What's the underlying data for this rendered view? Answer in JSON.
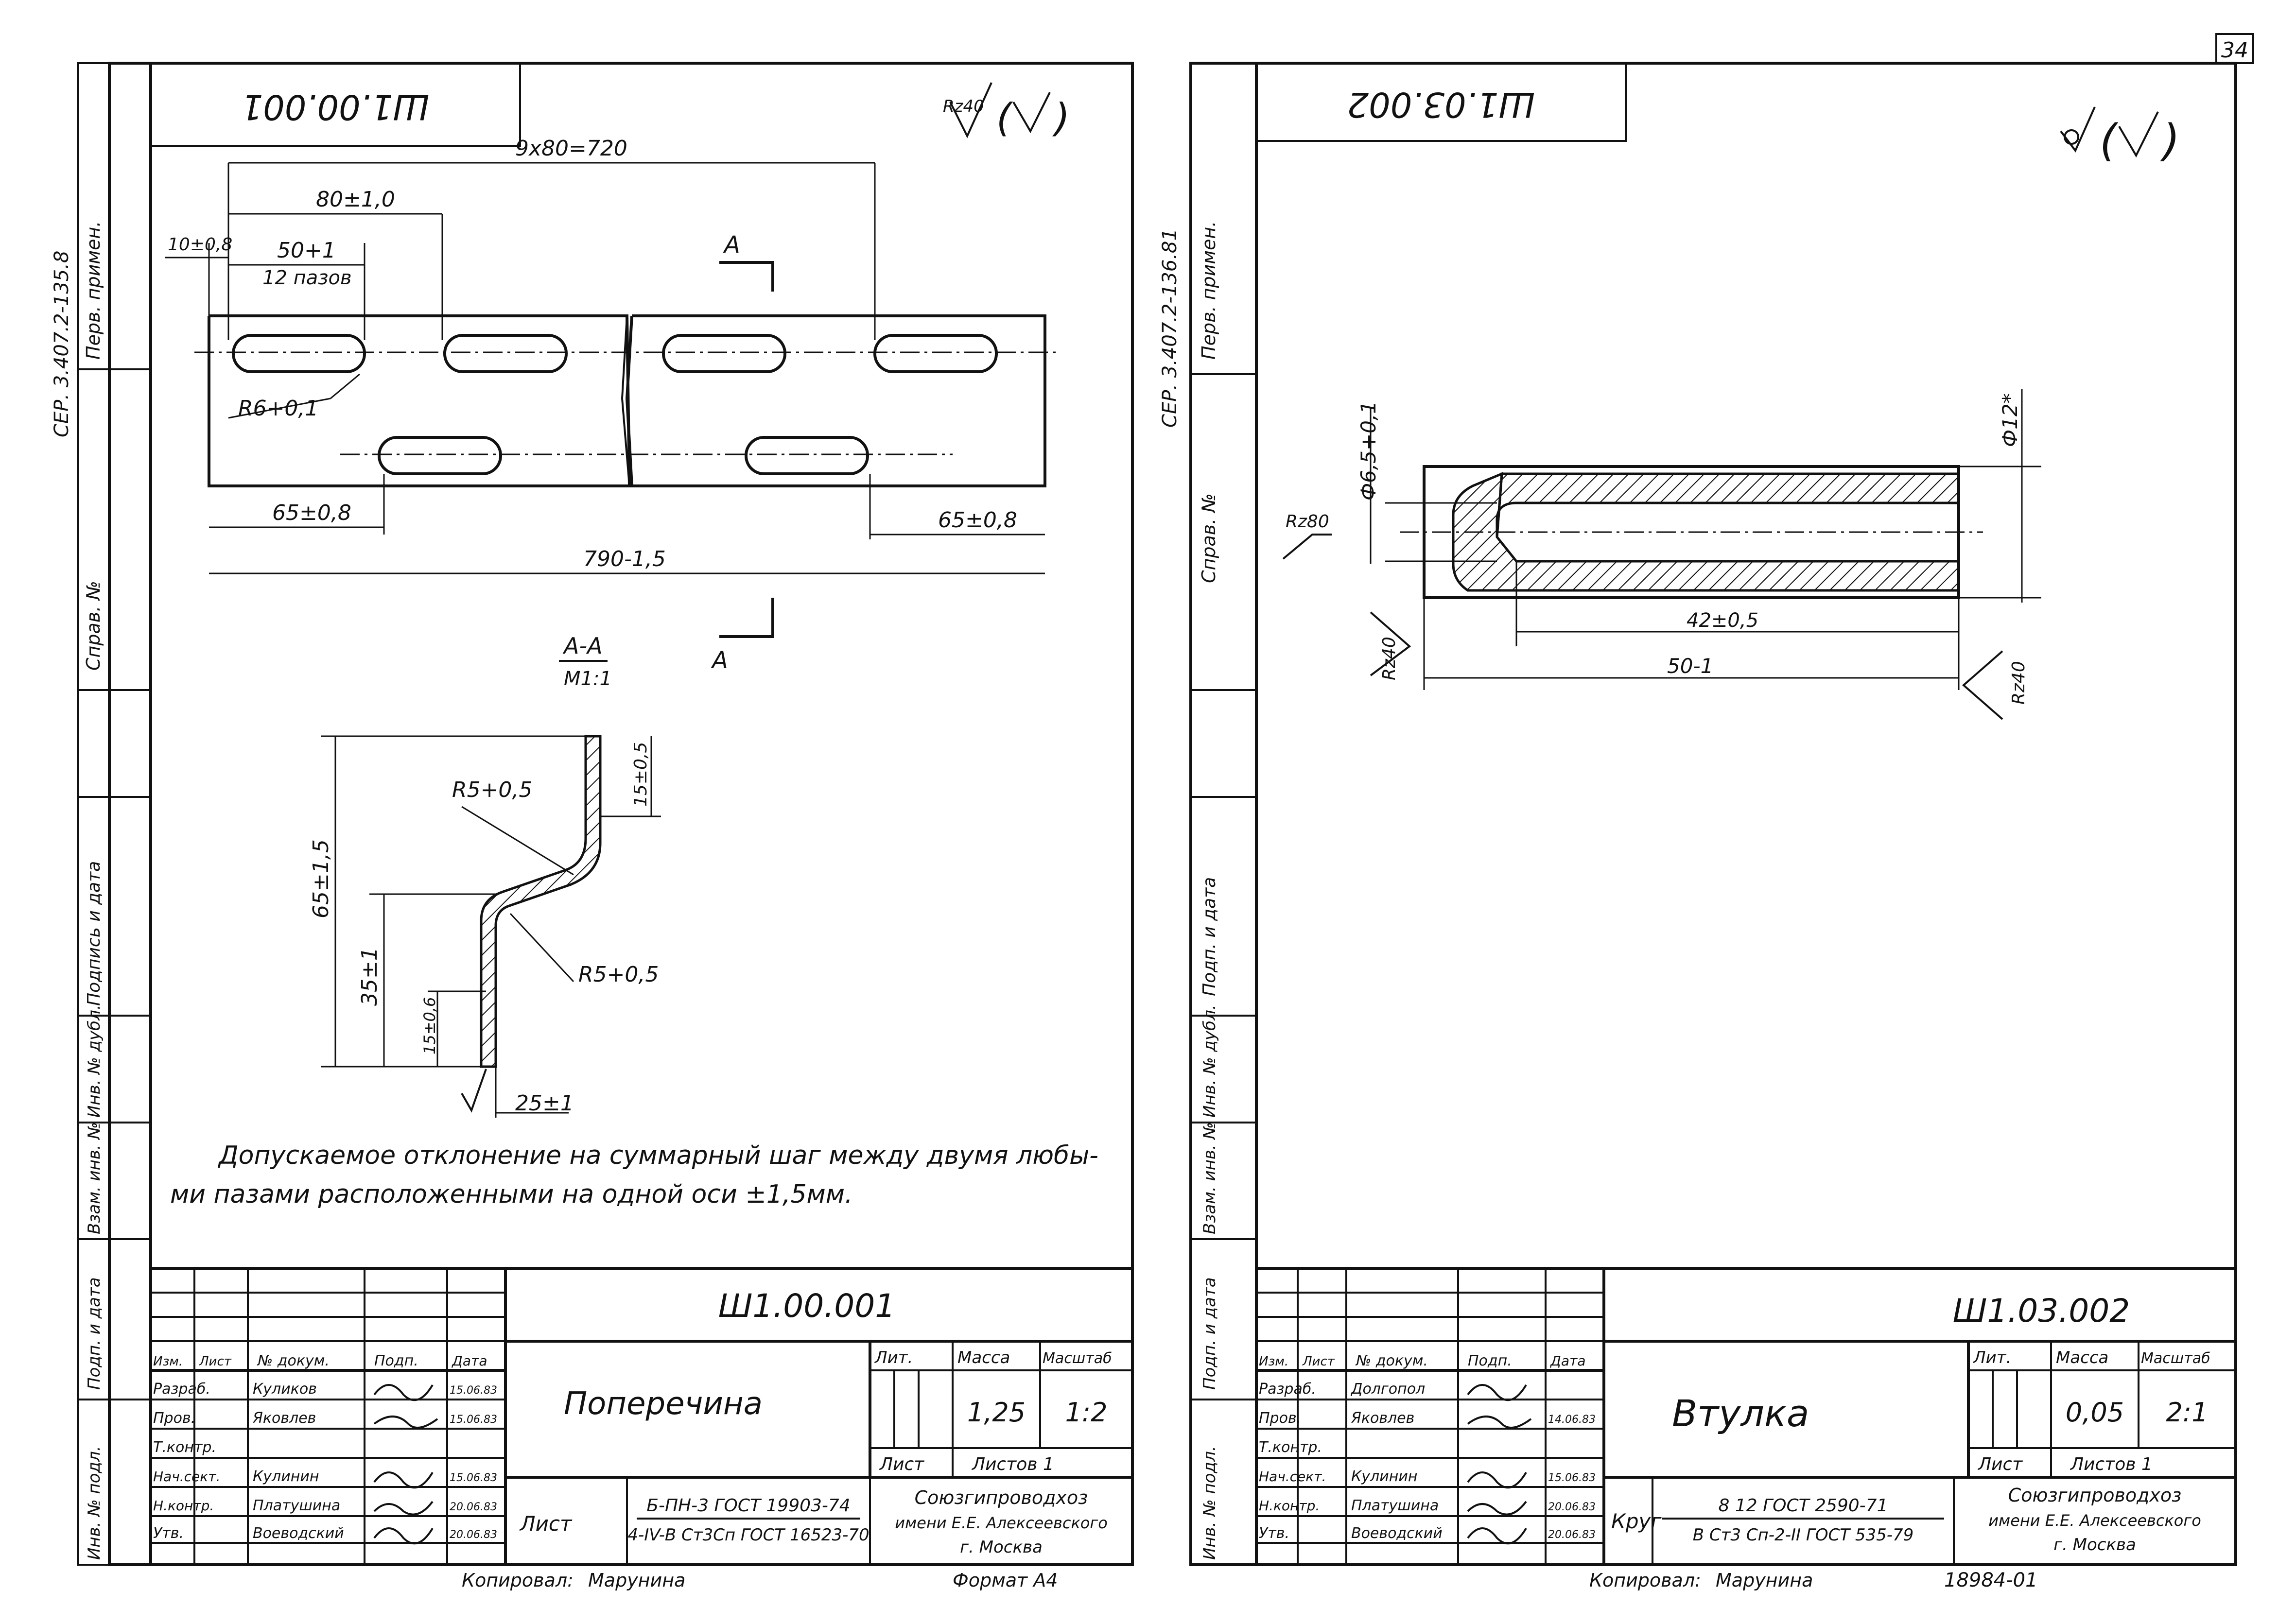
{
  "page_number": "34",
  "left_sheet": {
    "stamp_rotated": "Ш1.00.001",
    "roughness": "Rz40",
    "side_stamp": {
      "series": "СЕР. 3.407.2-135.8",
      "first_use": "Перв. примен.",
      "ref_no": "Справ. №",
      "sign_date": "Подпись и дата",
      "inv_dup": "Инв. № дубл.",
      "replaced_inv": "Взам. инв. №",
      "sign_date2": "Подп. и дата",
      "inv_orig": "Инв. № подл."
    },
    "dims": {
      "total_pitch": "9х80=720",
      "pitch": "80±1,0",
      "start": "10±0,8",
      "slot_len": "50+1",
      "slot_count": "12 пазов",
      "slot_radius": "R6+0,1",
      "edge_left": "65±0,8",
      "edge_right": "65±0,8",
      "length": "790-1,5",
      "section_mark": "А",
      "section_title": "А-А",
      "section_scale": "М1:1",
      "r_top": "R5+0,5",
      "r_bottom": "R5+0,5",
      "h_total": "65±1,5",
      "h_top": "15±0,5",
      "h_low": "35±1",
      "h_slot": "15±0,6",
      "offset": "25±1"
    },
    "note_line1": "Допускаемое отклонение на суммарный шаг между двумя любы-",
    "note_line2": "ми пазами расположенными на одной оси ±1,5мм.",
    "title_block": {
      "code": "Ш1.00.001",
      "name": "Поперечина",
      "lit_label": "Лит.",
      "mass_label": "Масса",
      "scale_label": "Масштаб",
      "mass": "1,25",
      "scale": "1:2",
      "sheet_label": "Лист",
      "sheets_label": "Листов 1",
      "material_prefix": "Лист",
      "material_line1": "Б-ПН-3 ГОСТ 19903-74",
      "material_line2": "4-IV-В Ст3Сп ГОСТ 16523-70",
      "org_line1": "Союзгипроводхоз",
      "org_line2": "имени Е.Е. Алексеевского",
      "org_line3": "г. Москва",
      "headers": [
        "Изм.",
        "Лист",
        "№ докум.",
        "Подп.",
        "Дата"
      ],
      "roles": [
        {
          "role": "Разраб.",
          "name": "Куликов",
          "date": "15.06.83"
        },
        {
          "role": "Пров.",
          "name": "Яковлев",
          "date": "15.06.83"
        },
        {
          "role": "Т.контр.",
          "name": "",
          "date": ""
        },
        {
          "role": "Нач.сект.",
          "name": "Кулинин",
          "date": "15.06.83"
        },
        {
          "role": "Н.контр.",
          "name": "Платушина",
          "date": "20.06.83"
        },
        {
          "role": "Утв.",
          "name": "Воеводский",
          "date": "20.06.83"
        }
      ],
      "copied_label": "Копировал:",
      "copied_name": "Марунина",
      "format": "Формат А4"
    }
  },
  "right_sheet": {
    "stamp_rotated": "Ш1.03.002",
    "side_stamp": {
      "series": "СЕР. 3.407.2-136.81",
      "first_use": "Перв. примен.",
      "ref_no": "Справ. №",
      "sign_date": "Подп. и дата",
      "inv_dup": "Инв. № дубл.",
      "replaced_inv": "Взам. инв. №",
      "sign_date2": "Подп. и дата",
      "inv_orig": "Инв. № подл."
    },
    "dims": {
      "inner_dia": "Ф6,5+0,1",
      "outer_dia": "Ф12*",
      "rz80": "Rz80",
      "rz40_left": "Rz40",
      "rz40_right": "Rz40",
      "bore": "42±0,5",
      "length": "50-1"
    },
    "title_block": {
      "code": "Ш1.03.002",
      "name": "Втулка",
      "lit_label": "Лит.",
      "mass_label": "Масса",
      "scale_label": "Масштаб",
      "mass": "0,05",
      "scale": "2:1",
      "sheet_label": "Лист",
      "sheets_label": "Листов 1",
      "material_prefix": "Круг",
      "material_line1": "8 12 ГОСТ 2590-71",
      "material_line2": "В Ст3 Сп-2-II ГОСТ 535-79",
      "org_line1": "Союзгипроводхоз",
      "org_line2": "имени Е.Е. Алексеевского",
      "org_line3": "г. Москва",
      "headers": [
        "Изм.",
        "Лист",
        "№ докум.",
        "Подп.",
        "Дата"
      ],
      "roles": [
        {
          "role": "Разраб.",
          "name": "Долгопол",
          "date": ""
        },
        {
          "role": "Пров.",
          "name": "Яковлев",
          "date": "14.06.83"
        },
        {
          "role": "Т.контр.",
          "name": "",
          "date": ""
        },
        {
          "role": "Нач.сект.",
          "name": "Кулинин",
          "date": "15.06.83"
        },
        {
          "role": "Н.контр.",
          "name": "Платушина",
          "date": "20.06.83"
        },
        {
          "role": "Утв.",
          "name": "Воеводский",
          "date": "20.06.83"
        }
      ],
      "copied_label": "Копировал:",
      "copied_name": "Марунина",
      "sheet_no": "18984-01"
    }
  }
}
